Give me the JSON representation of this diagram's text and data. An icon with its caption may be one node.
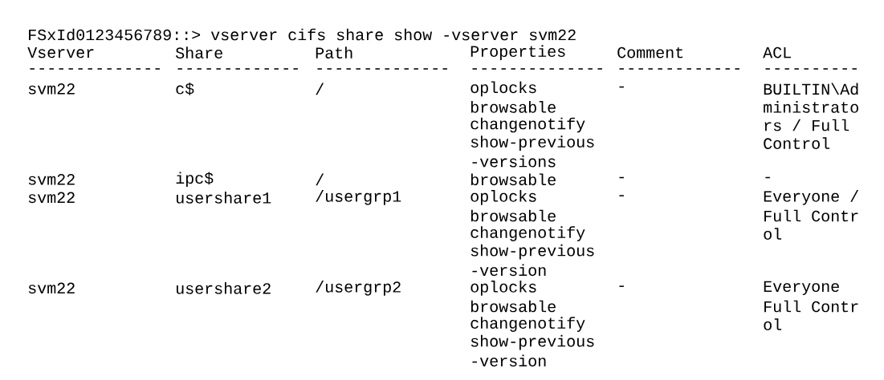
{
  "diagram": {
    "labels": [
      "FSxId0123456789::> vserver cifs share show -vserver svm22",
      "Vserver",
      "Share",
      "Path",
      "Properties",
      "Comment",
      "ACL",
      "--------------",
      "-------------",
      "--------------",
      "--------------",
      "-------------",
      "----------",
      "svm22",
      "c$",
      "/",
      "oplocks",
      "-",
      "BUILTIN\\Ad",
      "browsable",
      "ministrato",
      "changenotify",
      "rs / Full",
      "show-previous",
      "Control",
      "-versions",
      "svm22",
      "ipc$",
      "/",
      "browsable",
      "-",
      "-",
      "svm22",
      "usershare1",
      "/usergrp1",
      "oplocks",
      "-",
      "Everyone /",
      "browsable",
      "Full Contr",
      "changenotify",
      "ol",
      "show-previous",
      "-version",
      "svm22",
      "usershare2",
      "/usergrp2",
      "oplocks",
      "-",
      "Everyone",
      "browsable",
      "Full Contr",
      "changenotify",
      "ol",
      "show-previous",
      "-version"
    ]
  }
}
